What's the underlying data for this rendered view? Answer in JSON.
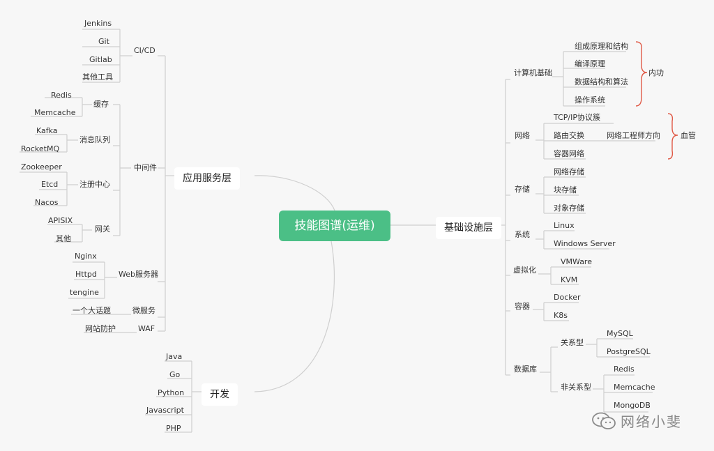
{
  "central": "技能图谱(运维)",
  "left": {
    "app": {
      "title": "应用服务层",
      "cicd": {
        "label": "CI/CD",
        "items": [
          "Jenkins",
          "Git",
          "Gitlab",
          "其他工具"
        ]
      },
      "middleware": {
        "label": "中间件",
        "cache": {
          "label": "缓存",
          "items": [
            "Redis",
            "Memcache"
          ]
        },
        "mq": {
          "label": "消息队列",
          "items": [
            "Kafka",
            "RocketMQ"
          ]
        },
        "registry": {
          "label": "注册中心",
          "items": [
            "Zookeeper",
            "Etcd",
            "Nacos"
          ]
        },
        "gateway": {
          "label": "网关",
          "items": [
            "APISIX",
            "其他"
          ]
        }
      },
      "web": {
        "label": "Web服务器",
        "items": [
          "Nginx",
          "Httpd",
          "tengine"
        ]
      },
      "micro": {
        "label": "微服务",
        "items": [
          "一个大话题"
        ]
      },
      "waf": {
        "label": "WAF",
        "items": [
          "网站防护"
        ]
      }
    },
    "dev": {
      "title": "开发",
      "items": [
        "Java",
        "Go",
        "Python",
        "Javascript",
        "PHP"
      ]
    }
  },
  "right": {
    "title": "基础设施层",
    "computer": {
      "label": "计算机基础",
      "items": [
        "组成原理和结构",
        "编译原理",
        "数据结构和算法",
        "操作系统"
      ],
      "bracket": "内功"
    },
    "network": {
      "label": "网络",
      "items": [
        "TCP/IP协议簇",
        "路由交换",
        "容器网络"
      ],
      "sub": "网络工程师方向",
      "bracket": "血管"
    },
    "storage": {
      "label": "存储",
      "items": [
        "网络存储",
        "块存储",
        "对象存储"
      ]
    },
    "system": {
      "label": "系统",
      "items": [
        "Linux",
        "Windows Server"
      ]
    },
    "virt": {
      "label": "虚拟化",
      "items": [
        "VMWare",
        "KVM"
      ]
    },
    "container": {
      "label": "容器",
      "items": [
        "Docker",
        "K8s"
      ]
    },
    "db": {
      "label": "数据库",
      "relational": {
        "label": "关系型",
        "items": [
          "MySQL",
          "PostgreSQL"
        ]
      },
      "nonrelational": {
        "label": "非关系型",
        "items": [
          "Redis",
          "Memcache",
          "MongoDB"
        ]
      }
    }
  },
  "watermark": "网络小斐",
  "colors": {
    "central": "#4bbf86",
    "line": "#cfcfcf",
    "bracket": "#e05a47"
  }
}
